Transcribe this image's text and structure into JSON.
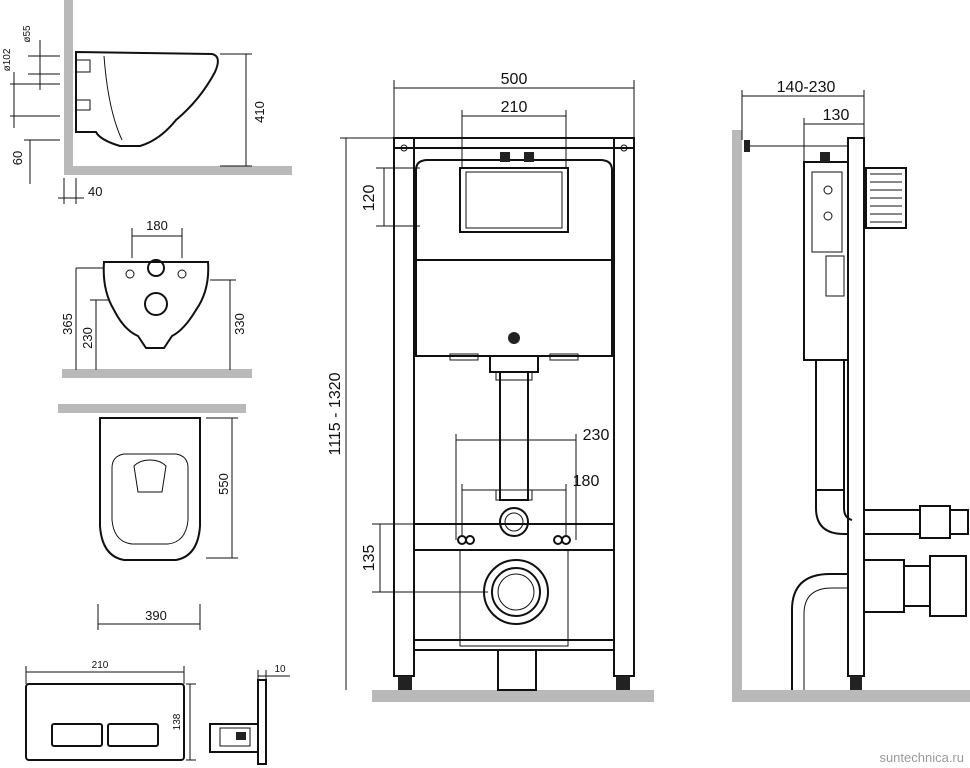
{
  "watermark": "suntechnica.ru",
  "side_view": {
    "dims": [
      "ø102",
      "ø55",
      "410",
      "60",
      "40"
    ]
  },
  "bowl_back_view": {
    "dims": [
      "180",
      "365",
      "230",
      "330"
    ]
  },
  "bowl_top_view": {
    "dims": [
      "550",
      "390"
    ]
  },
  "flush_plate": {
    "dims": [
      "210",
      "138",
      "10"
    ]
  },
  "frame_front_view": {
    "dims": [
      "500",
      "210",
      "120",
      "1115 - 1320",
      "230",
      "180",
      "135"
    ]
  },
  "frame_side_view": {
    "dims": [
      "140-230",
      "130"
    ]
  }
}
